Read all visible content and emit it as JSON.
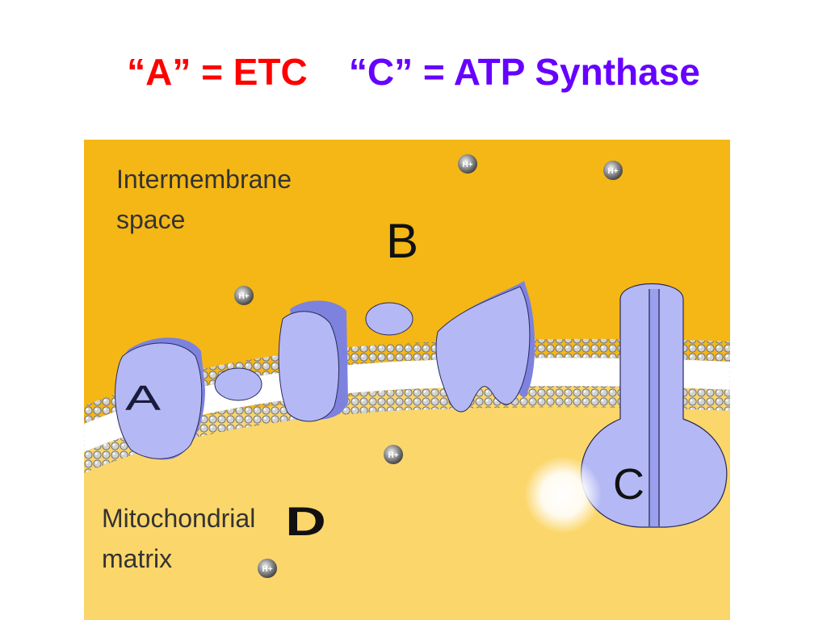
{
  "title": {
    "part_a": "“A” = ETC",
    "part_c": "“C” = ATP Synthase",
    "color_a": "#ff0000",
    "color_c": "#6600ff"
  },
  "diagram": {
    "space_label_line1": "Intermembrane",
    "space_label_line2": "space",
    "matrix_label_line1": "Mitochondrial",
    "matrix_label_line2": "matrix",
    "label_a": "A",
    "label_b": "B",
    "label_c": "C",
    "label_d": "D",
    "proton_label": "H+",
    "colors": {
      "intermembrane": "#f5b716",
      "matrix": "#fbd66a",
      "protein": "#b4b8f4",
      "protein_shadow": "#7d82de",
      "membrane": "#c9c9c9"
    }
  }
}
